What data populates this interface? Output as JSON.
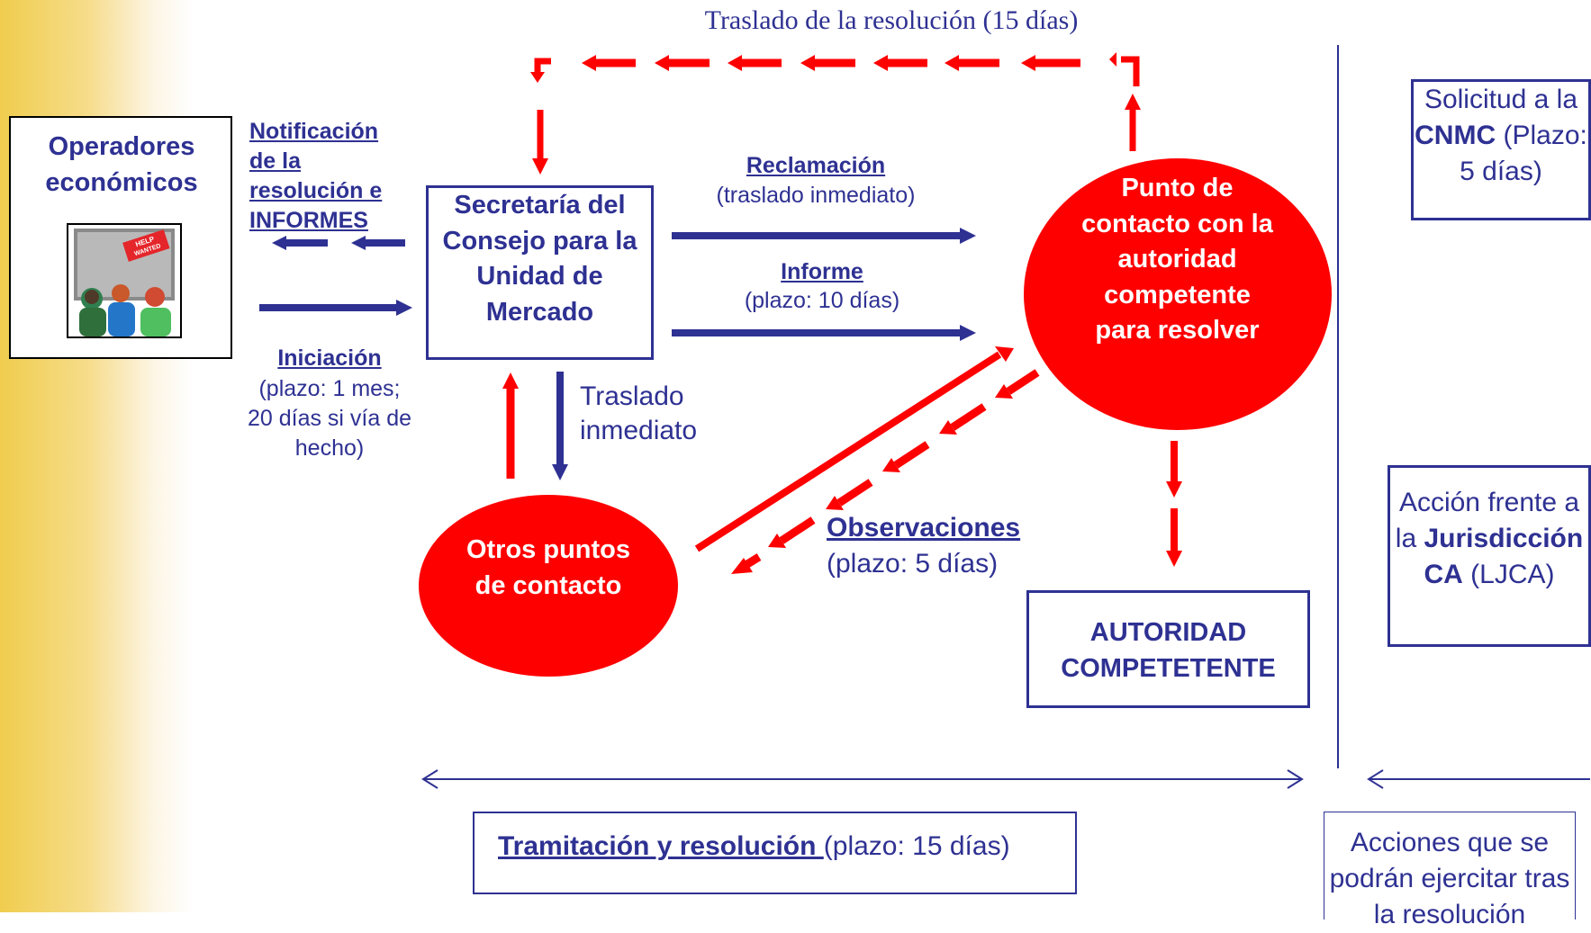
{
  "colors": {
    "navy": "#2e3192",
    "red": "#ff0000",
    "white": "#ffffff",
    "gold": "#f0cd4e",
    "black": "#000000"
  },
  "top": {
    "traslado_resolucion": "Traslado de la resolución (15 días)"
  },
  "operadores": {
    "title": "Operadores económicos",
    "image": {
      "icon": "help-wanted-people-icon",
      "sign_text": "HELP WANTED"
    }
  },
  "notificacion": {
    "label": "Notificación de la resolución e INFORMES"
  },
  "iniciacion": {
    "label": "Iniciación",
    "plazo": "(plazo: 1 mes; 20 días si vía de hecho)"
  },
  "secretaria": {
    "label": "Secretaría del Consejo para la Unidad de Mercado"
  },
  "reclamacion": {
    "label": "Reclamación",
    "sub": "(traslado inmediato)"
  },
  "informe": {
    "label": "Informe",
    "sub": "(plazo: 10 días)"
  },
  "punto_contacto": {
    "label": "Punto de contacto con la autoridad competente para resolver"
  },
  "traslado_inmediato": {
    "label": "Traslado inmediato"
  },
  "otros_puntos": {
    "label": "Otros puntos de contacto"
  },
  "observaciones": {
    "label": "Observaciones",
    "sub": "(plazo: 5 días)"
  },
  "autoridad": {
    "label": "AUTORIDAD COMPETETENTE"
  },
  "cnmc": {
    "pre": "Solicitud a la ",
    "bold": "CNMC",
    "post": " (Plazo: 5 días)"
  },
  "jurisdiccion": {
    "pre": "Acción frente a la ",
    "bold": "Jurisdicción CA",
    "post": " (LJCA)"
  },
  "tramitacion": {
    "label": "Tramitación y resolución ",
    "plazo": "(plazo: 15 días)"
  },
  "acciones": {
    "label": "Acciones que se podrán ejercitar tras la resolución"
  }
}
